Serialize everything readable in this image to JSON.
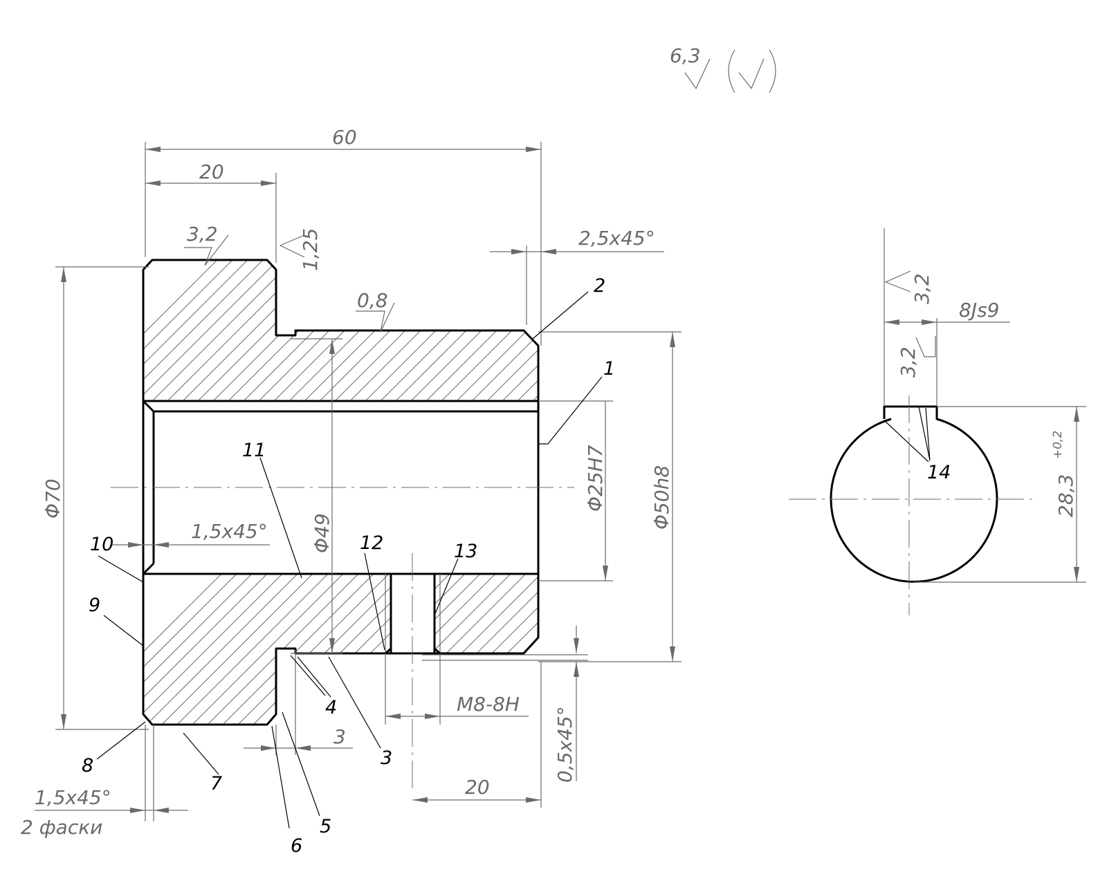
{
  "surface_finish_general": {
    "value": "6,3"
  },
  "dimensions": {
    "overall_length": "60",
    "flange_width": "20",
    "flange_roughness": "3,2",
    "groove_face_roughness": "1,25",
    "shaft_roughness": "0,8",
    "chamfer_right": "2,5x45°",
    "dia_flange": "Φ70",
    "dia_bore": "Φ25H7",
    "dia_shaft": "Φ50h8",
    "dia_groove": "Φ49",
    "chamfer_bore": "1,5x45°",
    "thread": "M8-8H",
    "groove_width": "3",
    "hole_position": "20",
    "chamfer_small": "0,5x45°",
    "chamfer_flange": "1,5x45°",
    "chamfer_flange_count": "2 фаски"
  },
  "section": {
    "roughness_top": "3,2",
    "keyway_width": "8Js9",
    "roughness_side": "3,2",
    "keyway_depth": "28,3",
    "keyway_tolerance": "+0,2"
  },
  "callouts": [
    "1",
    "2",
    "3",
    "4",
    "5",
    "6",
    "7",
    "8",
    "9",
    "10",
    "11",
    "12",
    "13",
    "14"
  ]
}
